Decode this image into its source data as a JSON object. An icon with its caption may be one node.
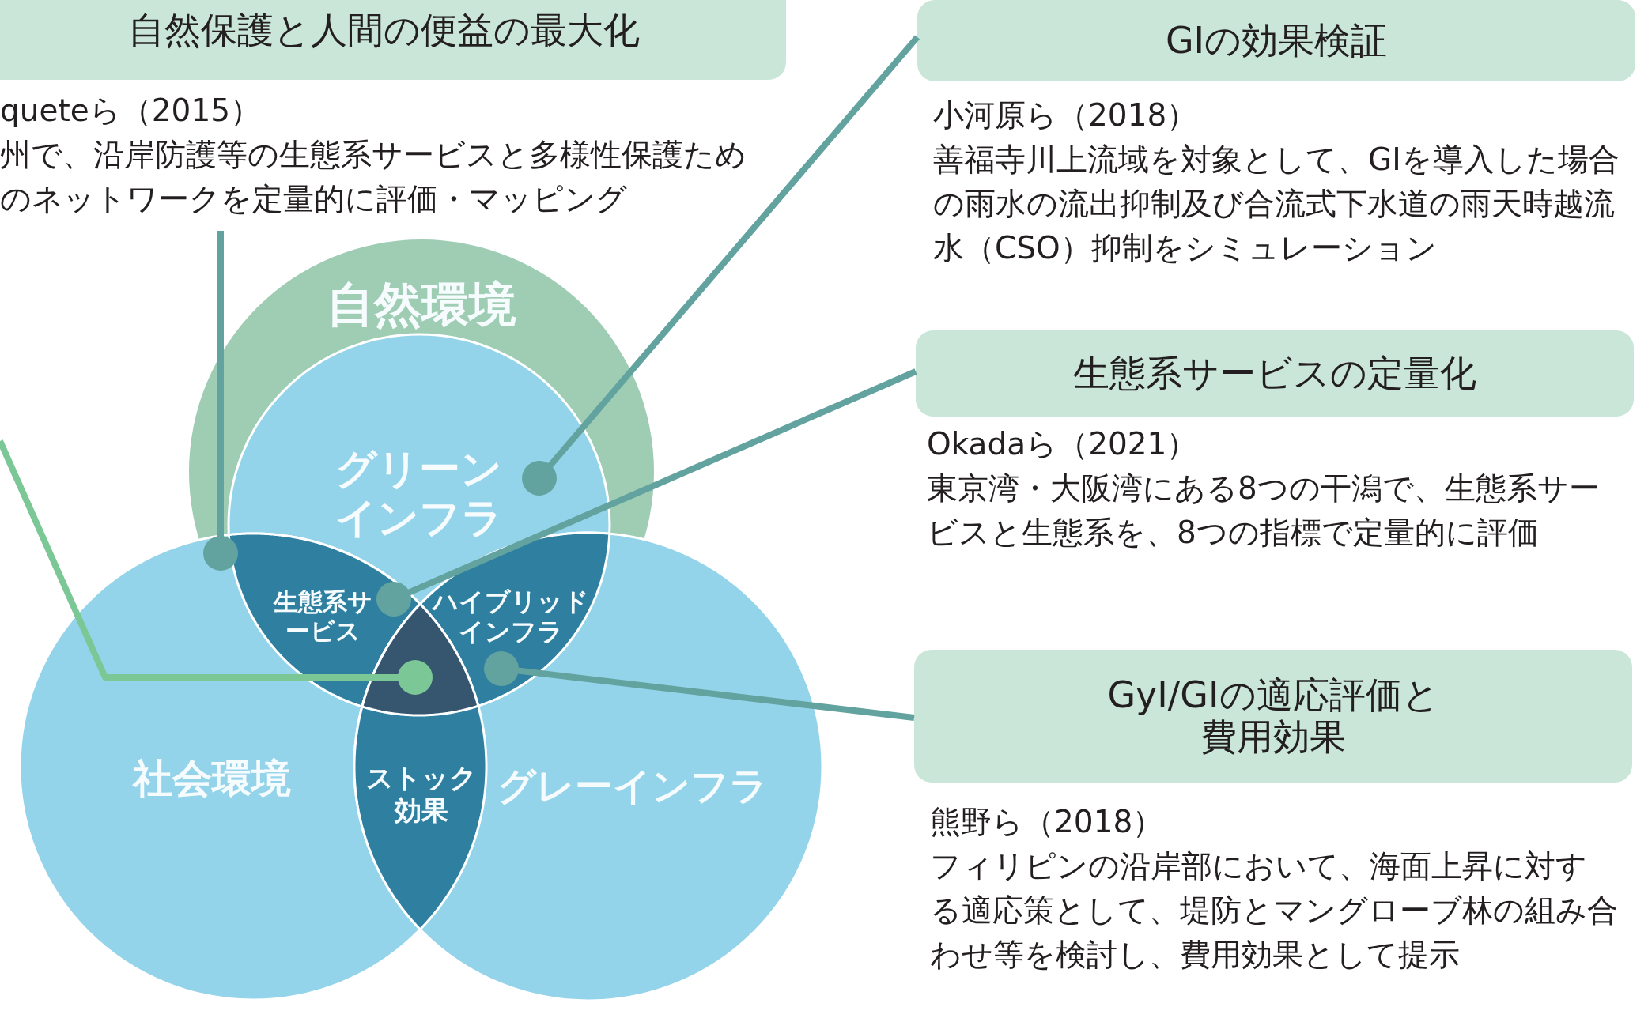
{
  "diagram": {
    "nodes": [
      {
        "text": [
          "自然保護と人間の便益の最大化"
        ],
        "beside": [
          "queteら（2015）",
          "州で、沿岸防護等の生態系サービスと多様性保護ためのネットワークを定量的に評価・マッピング"
        ]
      },
      {
        "text": [
          "GIの効果検証"
        ],
        "beside": [
          "小河原ら（2018）",
          "善福寺川上流域を対象として、GIを導入した場合の雨水の流出抑制及び合流式下水道の雨天時越流水（CSO）抑制をシミュレーション"
        ]
      },
      {
        "text": [
          "自然環境"
        ]
      },
      {
        "text": [
          "グリーンインフラ"
        ],
        "in": 2
      },
      {
        "text": [
          "生態系サービスの定量化"
        ],
        "beside": [
          "Okadaら（2021）",
          "東京湾・大阪湾にある8つの干潟で、生態系サービスと生態系を、8つの指標で定量的に評価"
        ]
      },
      {
        "text": [
          "生態系サービス"
        ]
      },
      {
        "text": [
          "ハイブリッドインフラ"
        ]
      },
      {
        "text": [],
        "shape": "triangle"
      },
      {
        "text": [
          "GyI/GIの適応評価と費用効果"
        ],
        "beside": [
          "熊野ら（2018）",
          "フィリピンの沿岸部において、海面上昇に対する適応策として、堤防とマングローブ林の組み合わせ等を検討し、費用効果として提示"
        ]
      },
      {
        "text": [
          "社会環境"
        ]
      },
      {
        "text": [
          "ストック効果"
        ]
      },
      {
        "text": [
          "グレーインフラ"
        ]
      }
    ],
    "edges": [
      {
        "from": 0,
        "to": 2,
        "arrow": "other"
      },
      {
        "from": 1,
        "to": 3,
        "arrow": "other"
      },
      {
        "from": 4,
        "to": 5,
        "arrow": "other"
      },
      {
        "from": null,
        "to": 7,
        "arrow": "other",
        "color": "#7cc796"
      },
      {
        "from": 8,
        "to": 6,
        "arrow": "other"
      }
    ]
  }
}
